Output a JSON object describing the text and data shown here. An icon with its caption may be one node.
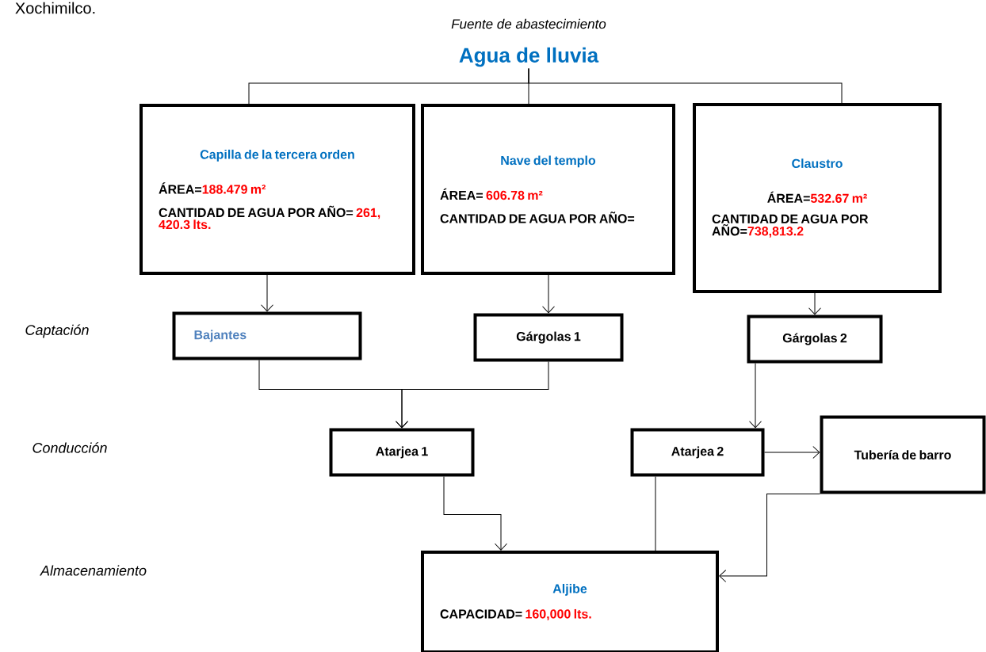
{
  "diagram": {
    "nodes": [
      {
        "text": [
          "Agua de lluvia"
        ]
      },
      {
        "text": [
          "Capilla de la tercera orden",
          "ÁREA=",
          "188.479 m²",
          "CANTIDAD DE AGUA POR AÑO=",
          "261, 420.3 lts."
        ]
      },
      {
        "text": [
          "Nave del templo",
          "ÁREA=",
          "606.78 m²",
          "CANTIDAD DE AGUA POR AÑO="
        ]
      },
      {
        "text": [
          "Claustro",
          "ÁREA=",
          "532.67 m²",
          "CANTIDAD DE AGUA POR AÑO=",
          "738,813.2"
        ]
      },
      {
        "text": [
          "Bajantes"
        ]
      },
      {
        "text": [
          "Gárgolas 1"
        ]
      },
      {
        "text": [
          "Gárgolas 2"
        ]
      },
      {
        "text": [
          "Atarjea 1"
        ]
      },
      {
        "text": [
          "Atarjea 2"
        ]
      },
      {
        "text": [
          "Tubería de barro"
        ]
      },
      {
        "text": [
          "Aljibe",
          "CAPACIDAD=",
          "160,000 lts."
        ]
      }
    ],
    "edges": [
      {
        "from": 0,
        "to": 1,
        "arrow": "none"
      },
      {
        "from": 0,
        "to": 2,
        "arrow": "none"
      },
      {
        "from": 0,
        "to": 3,
        "arrow": "none"
      },
      {
        "from": 1,
        "to": 4,
        "arrow": "to"
      },
      {
        "from": 2,
        "to": 5,
        "arrow": "to"
      },
      {
        "from": 3,
        "to": 6,
        "arrow": "to"
      },
      {
        "from": 4,
        "to": 7,
        "arrow": "to"
      },
      {
        "from": 5,
        "to": 7,
        "arrow": "to"
      },
      {
        "from": 6,
        "to": 8,
        "arrow": "to"
      },
      {
        "from": 8,
        "to": 9,
        "arrow": "to"
      },
      {
        "from": 7,
        "to": 10,
        "arrow": "to"
      },
      {
        "from": 8,
        "to": 10,
        "arrow": "none"
      },
      {
        "from": 9,
        "to": 10,
        "arrow": "to"
      }
    ],
    "labels": [
      "Xochimilco.",
      "Fuente de abastecimiento",
      "Captación",
      "Conducción",
      "Almacenamiento"
    ]
  }
}
